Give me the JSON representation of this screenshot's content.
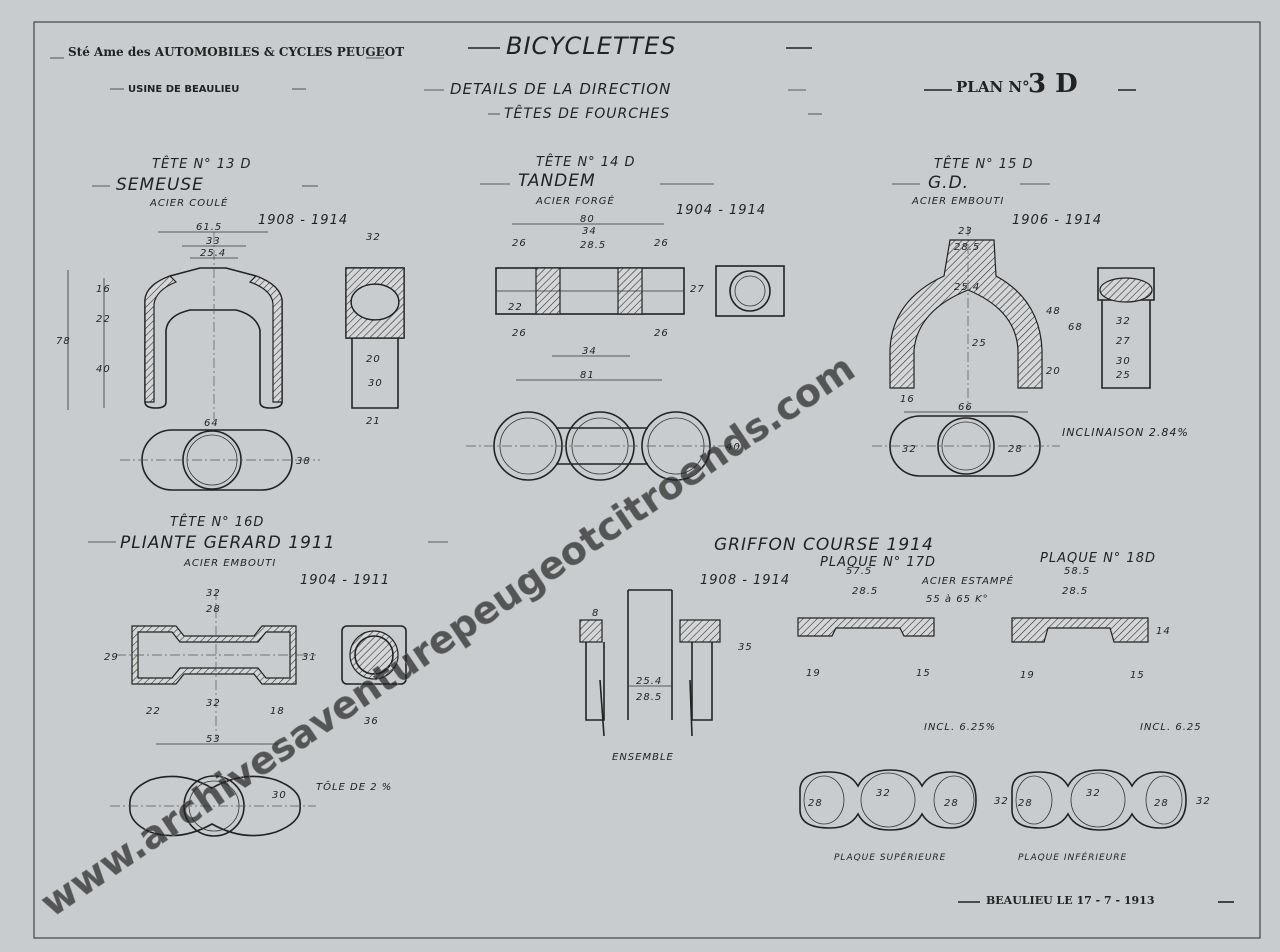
{
  "header": {
    "company": "Sté Ame des AUTOMOBILES & CYCLES PEUGEOT",
    "factory": "USINE DE BEAULIEU",
    "title": "BICYCLETTES",
    "subtitle1": "DETAILS DE LA DIRECTION",
    "subtitle2": "TÊTES DE FOURCHES",
    "plan_label": "PLAN N°",
    "plan_number": "3 D"
  },
  "parts": {
    "semeuse": {
      "ref": "TÊTE N° 13 D",
      "name": "SEMEUSE",
      "material": "ACIER COULÉ",
      "years": "1908 - 1914"
    },
    "tandem": {
      "ref": "TÊTE N° 14 D",
      "name": "TANDEM",
      "material": "ACIER FORGÉ",
      "years": "1904 - 1914"
    },
    "gd": {
      "ref": "TÊTE N° 15 D",
      "name": "G.D.",
      "material": "ACIER EMBOUTI",
      "years": "1906 - 1914"
    },
    "pliante": {
      "ref": "TÊTE N° 16D",
      "name": "PLIANTE GERARD 1911",
      "material": "ACIER EMBOUTI",
      "years": "1904 - 1911"
    },
    "griffon": {
      "name": "GRIFFON COURSE 1914",
      "years": "1908 - 1914",
      "plaque17": "PLAQUE N° 17D",
      "plaque18": "PLAQUE N° 18D",
      "material": "ACIER ESTAMPÉ",
      "spec": "55 à 65 K°"
    }
  },
  "notes": {
    "inclinaison": "INCLINAISON 2.84%",
    "tole": "TÔLE DE 2 %",
    "ensemble": "ENSEMBLE",
    "incl1": "INCL. 6.25%",
    "incl2": "INCL. 6.25",
    "plaque_sup": "PLAQUE SUPÉRIEURE",
    "plaque_inf": "PLAQUE INFÉRIEURE"
  },
  "dims": {
    "d615": "61.5",
    "d33": "33",
    "d254": "25.4",
    "d32": "32",
    "d78": "78",
    "d16": "16",
    "d22": "22",
    "d40": "40",
    "d64": "64",
    "d38": "38",
    "d21": "21",
    "d30": "30",
    "d20": "20",
    "d80": "80",
    "d34": "34",
    "d26": "26",
    "d285": "28.5",
    "d27": "27",
    "d81": "81",
    "d23": "23",
    "d48": "48",
    "d68": "68",
    "d25": "25",
    "d66": "66",
    "d28": "28",
    "d29": "29",
    "d31": "31",
    "d18": "18",
    "d36": "36",
    "d53": "53",
    "d575": "57.5",
    "d585": "58.5",
    "d19": "19",
    "d15": "15",
    "d14": "14",
    "d35": "35",
    "d8": "8"
  },
  "footer": {
    "date": "BEAULIEU LE 17 - 7 - 1913"
  },
  "watermark": {
    "text": "www.archivesaventurepeugeotcitroends.com"
  },
  "colors": {
    "paper": "#c9ccce",
    "ink": "#222222",
    "watermark": "#ffffff"
  }
}
